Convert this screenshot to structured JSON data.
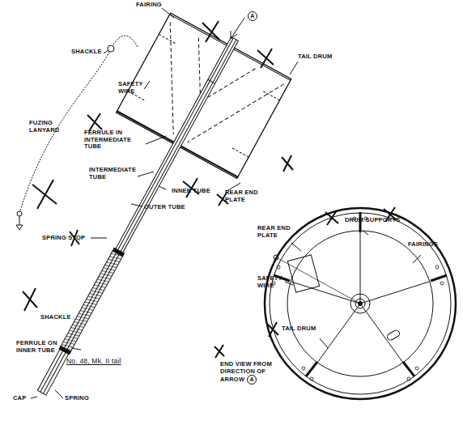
{
  "diagram": {
    "caption": "No. 48, Mk. II tail",
    "labels": [
      "FAIRING",
      "A",
      "SHACKLE",
      "FUZING LANYARD",
      "SAFETY WIRE",
      "FERRULE IN INTERMEDIATE TUBE",
      "INTERMEDIATE TUBE",
      "INNER TUBE",
      "OUTER TUBE",
      "SPRING STOP",
      "SHACKLE",
      "FERRULE ON INNER TUBE",
      "CAP",
      "SPRING",
      "TAIL DRUM",
      "REAR END PLATE",
      "REAR END PLATE",
      "DRUM SUPPORTS",
      "FAIRINGS",
      "SAFETY WIRE",
      "TAIL DRUM",
      "END VIEW FROM DIRECTION OF ARROW",
      "A"
    ]
  }
}
